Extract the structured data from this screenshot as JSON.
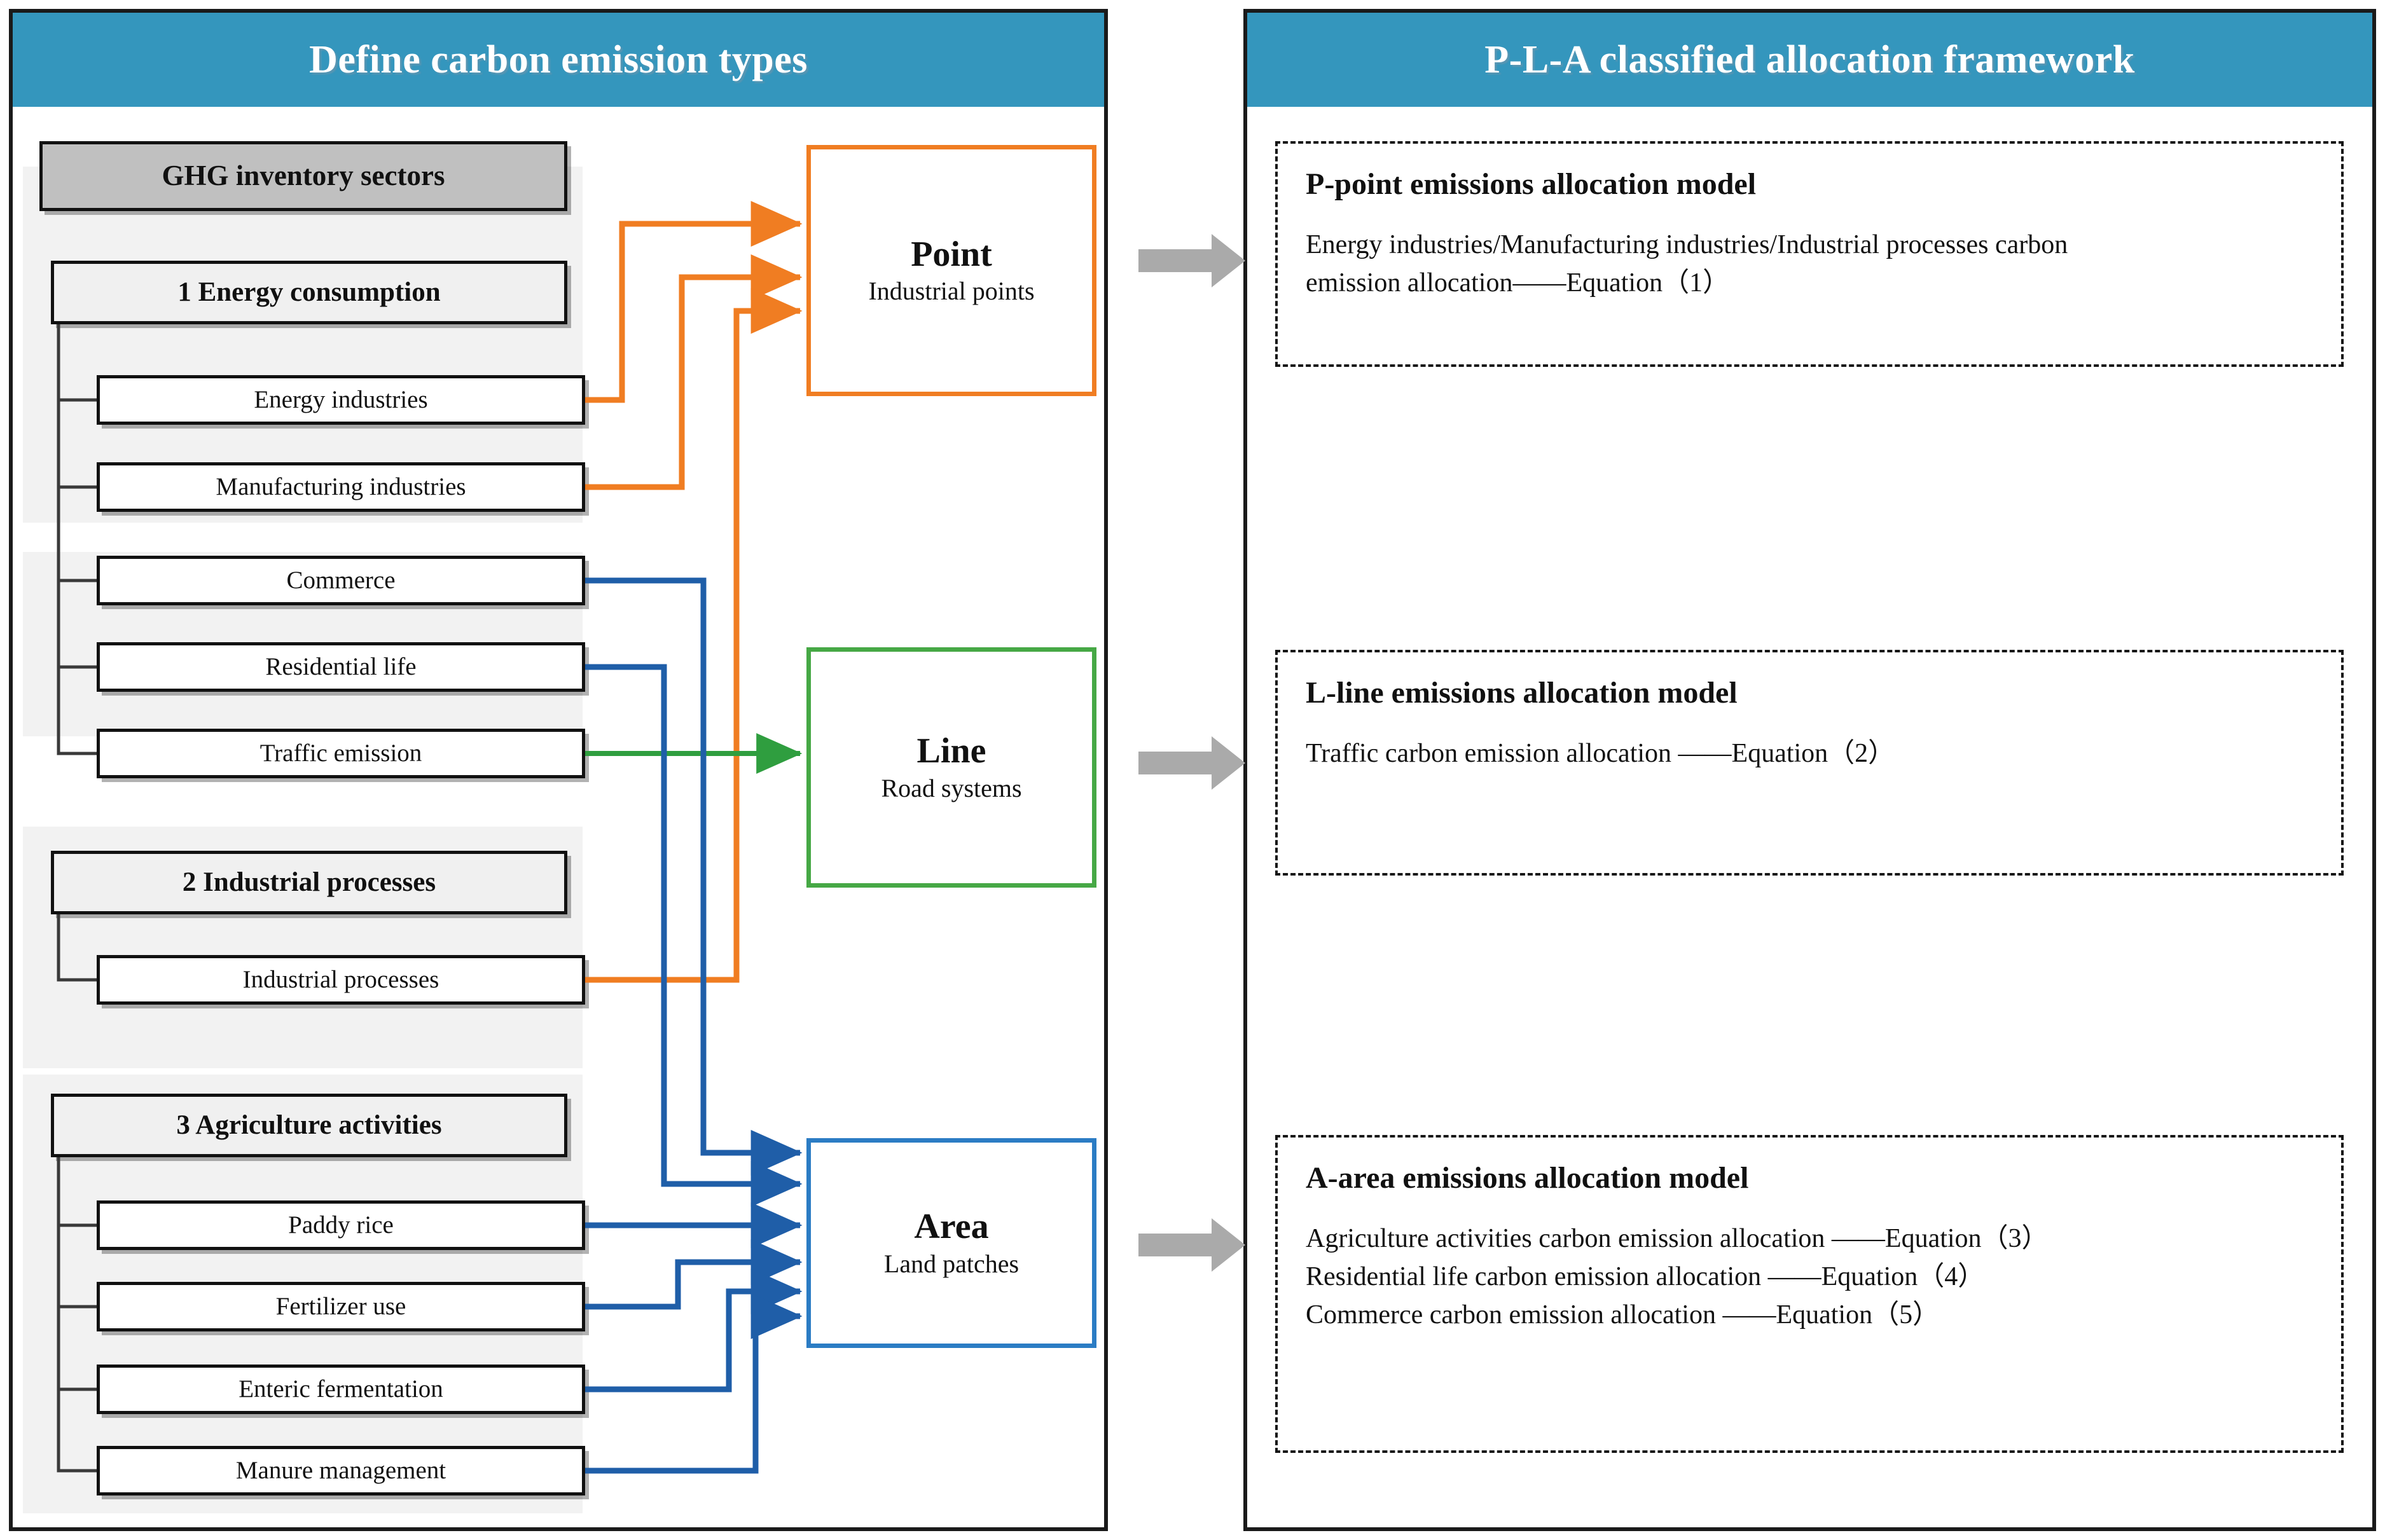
{
  "left_panel": {
    "header": "Define carbon emission types",
    "root_box": "GHG inventory  sectors",
    "groups": [
      {
        "title": "1 Energy consumption",
        "items": [
          "Energy industries",
          "Manufacturing industries",
          "Commerce",
          "Residential life",
          "Traffic emission"
        ]
      },
      {
        "title": "2 Industrial processes",
        "items": [
          "Industrial processes"
        ]
      },
      {
        "title": "3 Agriculture activities",
        "items": [
          "Paddy rice",
          "Fertilizer use",
          "Enteric fermentation",
          "Manure management"
        ]
      }
    ],
    "shapes": [
      {
        "name": "Point",
        "sub": "Industrial points",
        "color": "#f07d22"
      },
      {
        "name": "Line",
        "sub": "Road systems",
        "color": "#46a845"
      },
      {
        "name": "Area",
        "sub": "Land patches",
        "color": "#2b7cc4"
      }
    ]
  },
  "right_panel": {
    "header": "P-L-A classified allocation framework",
    "models": [
      {
        "title": "P-point emissions allocation model",
        "lines": [
          "Energy industries/Manufacturing industries/Industrial processes carbon",
          "emission allocation——Equation（1）"
        ]
      },
      {
        "title": "L-line emissions allocation model",
        "lines": [
          "Traffic carbon emission allocation ——Equation（2）"
        ]
      },
      {
        "title": "A-area emissions allocation model",
        "lines": [
          "Agriculture activities carbon emission allocation ——Equation（3）",
          "Residential life carbon emission allocation ——Equation（4）",
          "Commerce carbon emission allocation ——Equation（5）"
        ]
      }
    ]
  },
  "colors": {
    "header_blue": "#3496bd",
    "point_orange": "#f07d22",
    "line_green": "#46a845",
    "area_blue": "#2b7cc4",
    "tree_connector": "#3a3a3a",
    "transition_arrow_grey": "#aaaaaa",
    "root_box_grey": "#c0c0c0",
    "group_bg_grey": "#f2f2f2"
  },
  "transition_arrows": [
    {
      "from": "Point",
      "to": "P-point emissions allocation model"
    },
    {
      "from": "Line",
      "to": "L-line emissions allocation model"
    },
    {
      "from": "Area",
      "to": "A-area emissions allocation model"
    }
  ]
}
